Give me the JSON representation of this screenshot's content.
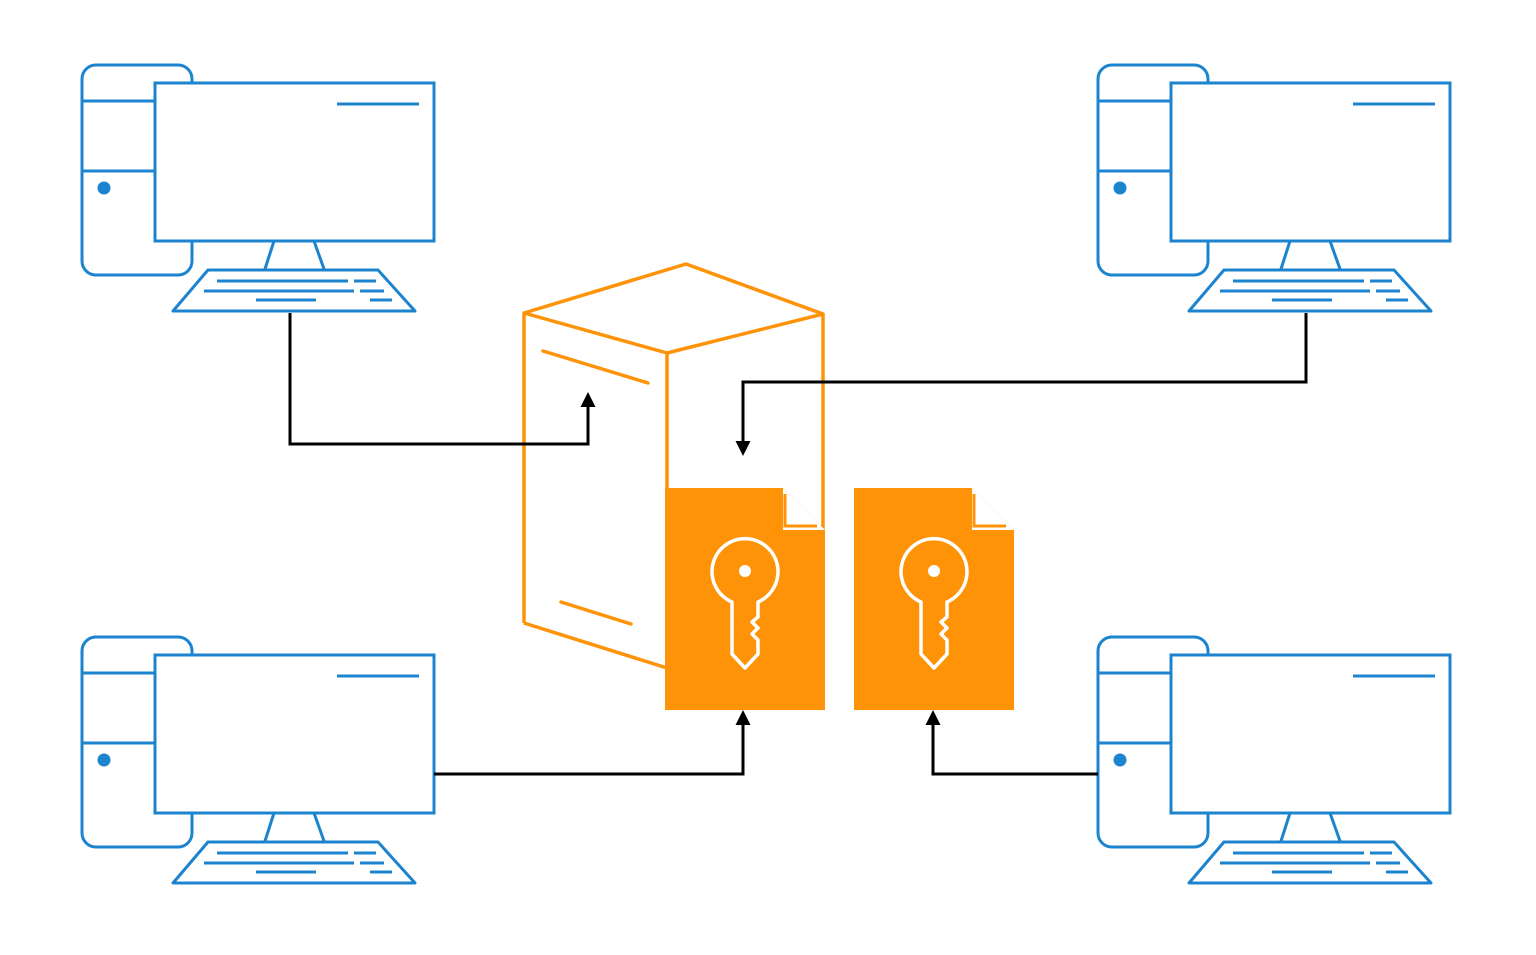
{
  "colors": {
    "background": "#ffffff",
    "computer": "#1c84cf",
    "server": "#ff9307",
    "key_file": "#ff9307",
    "key_icon": "#ffffff",
    "connector": "#000000"
  },
  "nodes": {
    "computers": [
      {
        "id": "computer-top-left",
        "icon": "desktop-computer-icon"
      },
      {
        "id": "computer-top-right",
        "icon": "desktop-computer-icon"
      },
      {
        "id": "computer-bottom-left",
        "icon": "desktop-computer-icon"
      },
      {
        "id": "computer-bottom-right",
        "icon": "desktop-computer-icon"
      }
    ],
    "server": {
      "id": "server",
      "icon": "server-tower-icon"
    },
    "key_files": [
      {
        "id": "key-file-left",
        "icon": "key-icon"
      },
      {
        "id": "key-file-right",
        "icon": "key-icon"
      }
    ]
  },
  "edges": [
    {
      "id": "edge-top-left-to-server",
      "from": "computer-top-left",
      "to": "server"
    },
    {
      "id": "edge-top-right-to-key-file-left",
      "from": "computer-top-right",
      "to": "key-file-left"
    },
    {
      "id": "edge-bottom-left-to-key-file-left",
      "from": "computer-bottom-left",
      "to": "key-file-left"
    },
    {
      "id": "edge-bottom-right-to-key-file-right",
      "from": "computer-bottom-right",
      "to": "key-file-right"
    }
  ]
}
